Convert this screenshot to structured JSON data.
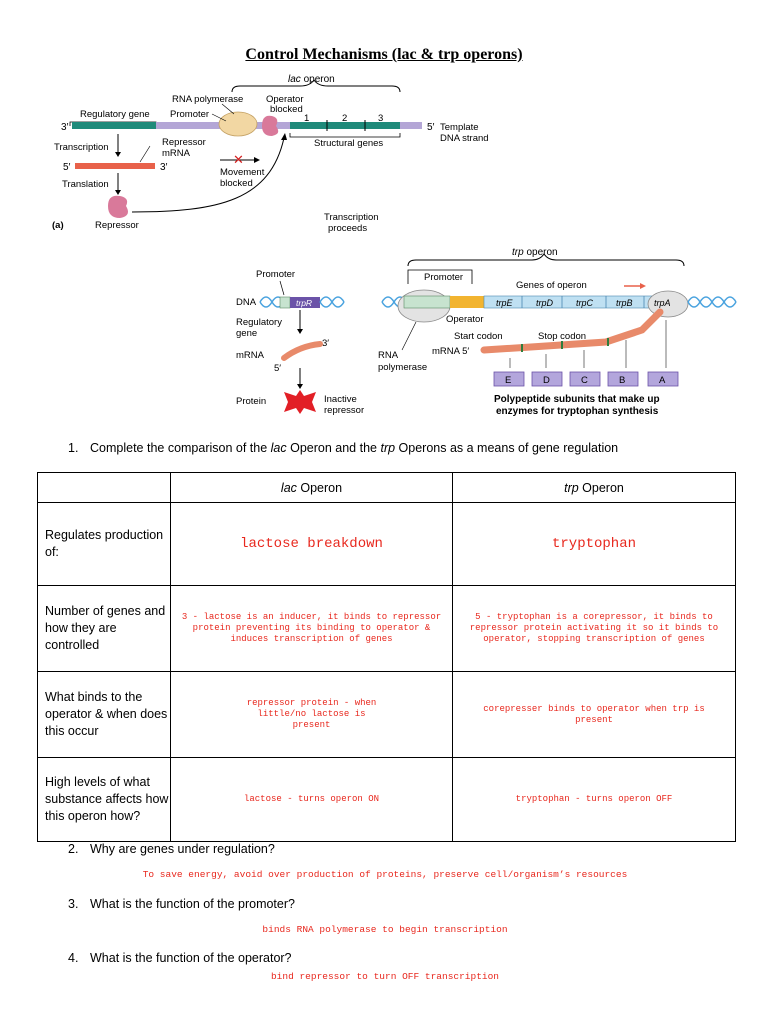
{
  "title": "Control Mechanisms (lac & trp operons)",
  "lac_diagram": {
    "operon_label_italic": "lac",
    "operon_label": " operon",
    "regulatory_gene": "Regulatory gene",
    "rna_polymerase": "RNA polymerase",
    "promoter": "Promoter",
    "operator_blocked_1": "Operator",
    "operator_blocked_2": "blocked",
    "gene_numbers": [
      "1",
      "2",
      "3"
    ],
    "structural_genes": "Structural genes",
    "three_prime": "3′",
    "five_prime_right": "5′",
    "template_1": "Template",
    "template_2": "DNA strand",
    "transcription": "Transcription",
    "repressor_mrna_1": "Repressor",
    "repressor_mrna_2": "mRNA",
    "five_prime": "5′",
    "three_prime_mrna": "3′",
    "translation": "Translation",
    "movement_blocked_1": "Movement",
    "movement_blocked_2": "blocked",
    "panel": "(a)",
    "repressor": "Repressor",
    "transcription_proceeds_1": "Transcription",
    "transcription_proceeds_2": "proceeds"
  },
  "trp_left_diagram": {
    "promoter": "Promoter",
    "dna": "DNA",
    "trpR": "trpR",
    "regulatory_gene_1": "Regulatory",
    "regulatory_gene_2": "gene",
    "three_prime": "3′",
    "mrna": "mRNA",
    "five_prime": "5′",
    "protein": "Protein",
    "inactive_1": "Inactive",
    "inactive_2": "repressor"
  },
  "trp_right_diagram": {
    "operon_label_italic": "trp",
    "operon_label": " operon",
    "promoter": "Promoter",
    "genes_of_operon": "Genes of operon",
    "genes": [
      "trpE",
      "trpD",
      "trpC",
      "trpB",
      "trpA"
    ],
    "operator": "Operator",
    "start_codon": "Start codon",
    "stop_codon": "Stop codon",
    "mrna5": "mRNA 5′",
    "rna_1": "RNA",
    "rna_2": "polymerase",
    "subunits": [
      "E",
      "D",
      "C",
      "B",
      "A"
    ],
    "polypeptide_1": "Polypeptide subunits that make up",
    "polypeptide_2": "enzymes for tryptophan synthesis"
  },
  "question1": {
    "num": "1.",
    "text_a": "Complete the comparison of the ",
    "lac": "lac",
    "text_b": " Operon and the ",
    "trp": "trp",
    "text_c": " Operons as a means of gene regulation"
  },
  "table": {
    "headers": {
      "lac_italic": "lac",
      "lac_rest": " Operon",
      "trp_italic": "trp",
      "trp_rest": " Operon"
    },
    "rows": [
      {
        "label": "Regulates production of:",
        "lac": "lactose breakdown",
        "trp": "tryptophan"
      },
      {
        "label": "Number of genes and how they are controlled",
        "lac": "3 - lactose is an inducer, it binds to repressor protein preventing its binding to operator & induces transcription of genes",
        "trp": "5 - tryptophan is a corepressor, it binds to repressor protein activating it so it binds to operator, stopping transcription of genes"
      },
      {
        "label": "What binds to the operator & when does this occur",
        "lac": "repressor protein - when little/no lactose is present",
        "trp": "corepresser binds to operator when trp is present"
      },
      {
        "label": "High levels of what substance affects how this operon how?",
        "lac": "lactose - turns operon ON",
        "trp": "tryptophan - turns operon OFF"
      }
    ]
  },
  "questions": [
    {
      "num": "2.",
      "text": "Why are genes under regulation?",
      "answer": "To save energy, avoid over production of proteins, preserve cell/organism’s resources"
    },
    {
      "num": "3.",
      "text": "What is the function of the promoter?",
      "answer": "binds RNA polymerase to begin transcription"
    },
    {
      "num": "4.",
      "text": "What is the function of the operator?",
      "answer": "bind repressor to turn OFF transcription"
    }
  ],
  "colors": {
    "answer_red": "#e8281e",
    "dna_teal": "#1f8a7a",
    "dna_lavender": "#b4a6d6",
    "mrna_salmon": "#e88a6a",
    "repressor_pink": "#d9799a"
  }
}
